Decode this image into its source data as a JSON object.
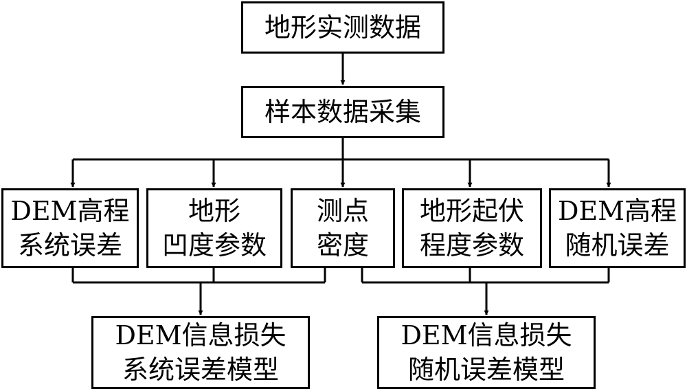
{
  "nodes": {
    "source": {
      "lines": [
        "地形实测数据"
      ]
    },
    "sampling": {
      "lines": [
        "样本数据采集"
      ]
    },
    "dem_system_error": {
      "lines": [
        "DEM高程",
        "系统误差"
      ]
    },
    "terrain_concavity": {
      "lines": [
        "地形",
        "凹度参数"
      ]
    },
    "point_density": {
      "lines": [
        "测点",
        "密度"
      ]
    },
    "terrain_relief": {
      "lines": [
        "地形起伏",
        "程度参数"
      ]
    },
    "dem_random_error": {
      "lines": [
        "DEM高程",
        "随机误差"
      ]
    },
    "system_error_model": {
      "lines": [
        "DEM信息损失",
        "系统误差模型"
      ]
    },
    "random_error_model": {
      "lines": [
        "DEM信息损失",
        "随机误差模型"
      ]
    }
  },
  "colors": {
    "stroke": "#000000",
    "fill": "#ffffff"
  }
}
